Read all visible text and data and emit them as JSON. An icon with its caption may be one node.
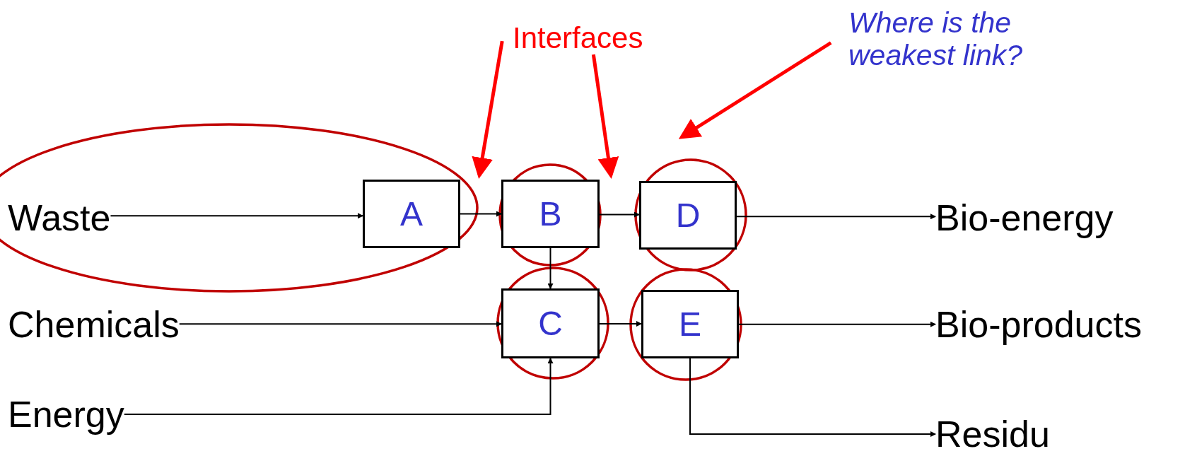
{
  "diagram": {
    "nodes": [
      {
        "text": [
          "Waste"
        ]
      },
      {
        "text": [
          "Chemicals"
        ]
      },
      {
        "text": [
          "Energy"
        ]
      },
      {
        "text": [
          "A"
        ]
      },
      {
        "text": [
          "B"
        ]
      },
      {
        "text": [
          "D"
        ]
      },
      {
        "text": [
          "C"
        ]
      },
      {
        "text": [
          "E"
        ]
      },
      {
        "text": [
          "Bio-energy"
        ]
      },
      {
        "text": [
          "Bio-products"
        ]
      },
      {
        "text": [
          "Residu"
        ]
      },
      {
        "text": [
          "Interfaces"
        ]
      },
      {
        "text": [
          "Where is the weakest link?"
        ]
      }
    ],
    "edges": [
      {
        "from": 0,
        "to": 3,
        "arrow": "to"
      },
      {
        "from": 3,
        "to": 4,
        "arrow": "to"
      },
      {
        "from": 4,
        "to": 5,
        "arrow": "to"
      },
      {
        "from": 4,
        "to": 6,
        "arrow": "to"
      },
      {
        "from": 1,
        "to": 6,
        "arrow": "to"
      },
      {
        "from": 2,
        "to": 6,
        "arrow": "to"
      },
      {
        "from": 6,
        "to": 7,
        "arrow": "to"
      },
      {
        "from": 5,
        "to": 8,
        "arrow": "to"
      },
      {
        "from": 7,
        "to": 9,
        "arrow": "to"
      },
      {
        "from": 7,
        "to": 10,
        "arrow": "to"
      },
      {
        "from": 11,
        "to": 4,
        "arrow": "to",
        "style": "thick",
        "color": "#ff0000"
      },
      {
        "from": 11,
        "to": 5,
        "arrow": "to",
        "style": "thick",
        "color": "#ff0000"
      },
      {
        "from": 12,
        "to": 5,
        "arrow": "to",
        "style": "thick",
        "color": "#ff0000"
      }
    ]
  }
}
